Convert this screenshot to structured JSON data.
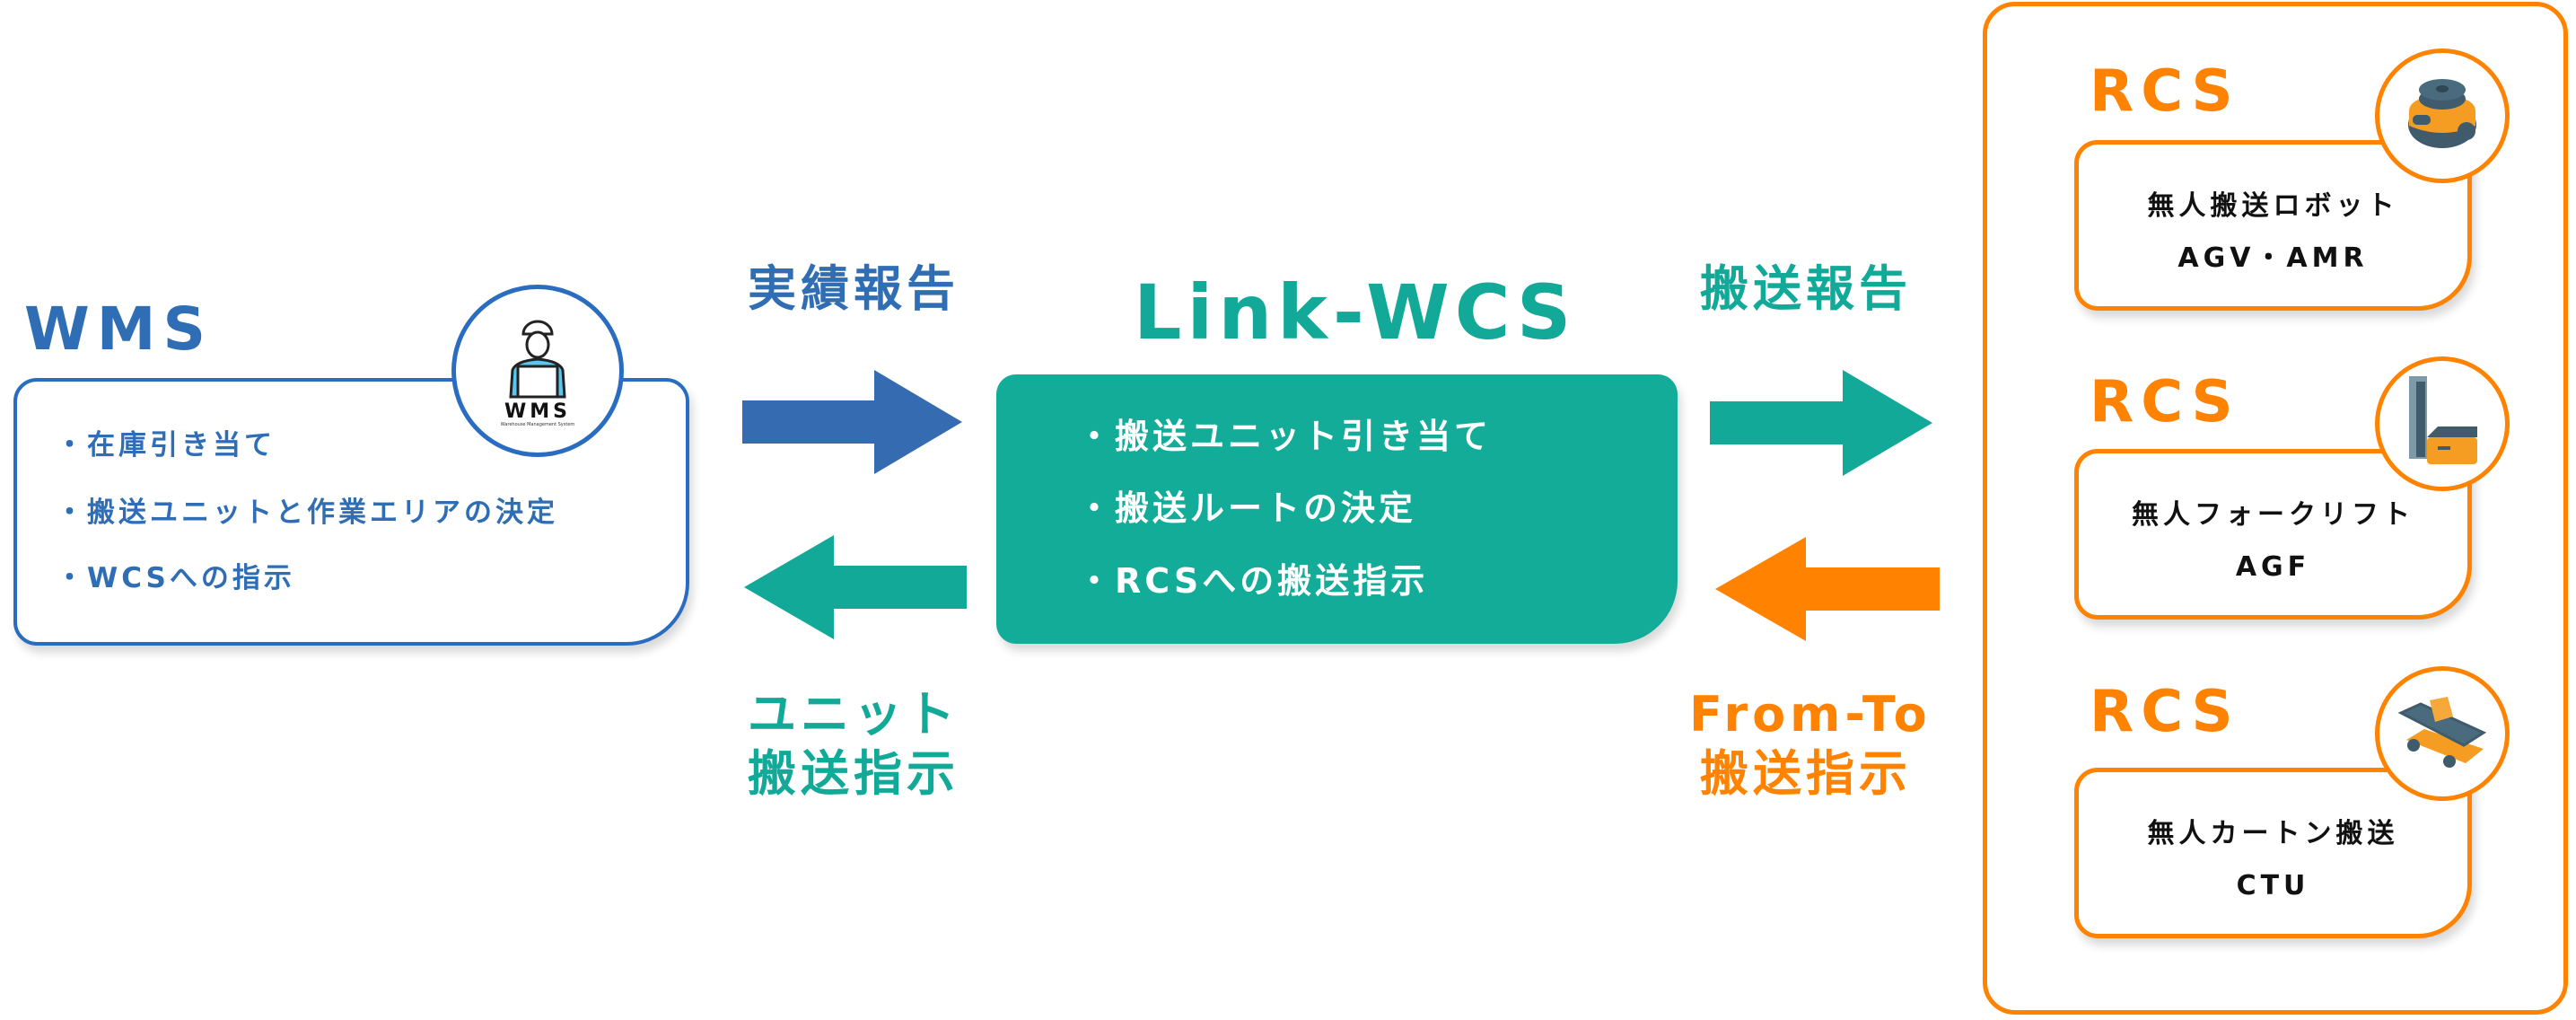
{
  "colors": {
    "wms_blue": "#2f6db4",
    "wcs_teal": "#13a998",
    "rcs_orange": "#ff8200"
  },
  "wms": {
    "title": "WMS",
    "icon": "worker-laptop-icon",
    "icon_text": "WMS",
    "icon_subtext": "Warehouse Management System",
    "items": [
      "・在庫引き当て",
      "・搬送ユニットと作業エリアの決定",
      "・WCSへの指示"
    ]
  },
  "arrows": {
    "wms_to_wcs": {
      "label": "実績報告",
      "direction": "right",
      "color": "#356bb0"
    },
    "wcs_to_wms": {
      "label_line1": "ユニット",
      "label_line2": "搬送指示",
      "direction": "left",
      "color": "#13a998"
    },
    "wcs_to_rcs": {
      "label": "搬送報告",
      "direction": "right",
      "color": "#13a998"
    },
    "rcs_to_wcs": {
      "label_line1": "From-To",
      "label_line2": "搬送指示",
      "direction": "left",
      "color": "#ff8200"
    }
  },
  "wcs": {
    "title": "Link-WCS",
    "items": [
      "・搬送ユニット引き当て",
      "・搬送ルートの決定",
      "・RCSへの搬送指示"
    ]
  },
  "rcs": [
    {
      "title": "RCS",
      "line1": "無人搬送ロボット",
      "line2": "AGV・AMR",
      "icon": "amr-robot-icon"
    },
    {
      "title": "RCS",
      "line1": "無人フォークリフト",
      "line2": "AGF",
      "icon": "forklift-robot-icon"
    },
    {
      "title": "RCS",
      "line1": "無人カートン搬送",
      "line2": "CTU",
      "icon": "conveyor-robot-icon"
    }
  ]
}
